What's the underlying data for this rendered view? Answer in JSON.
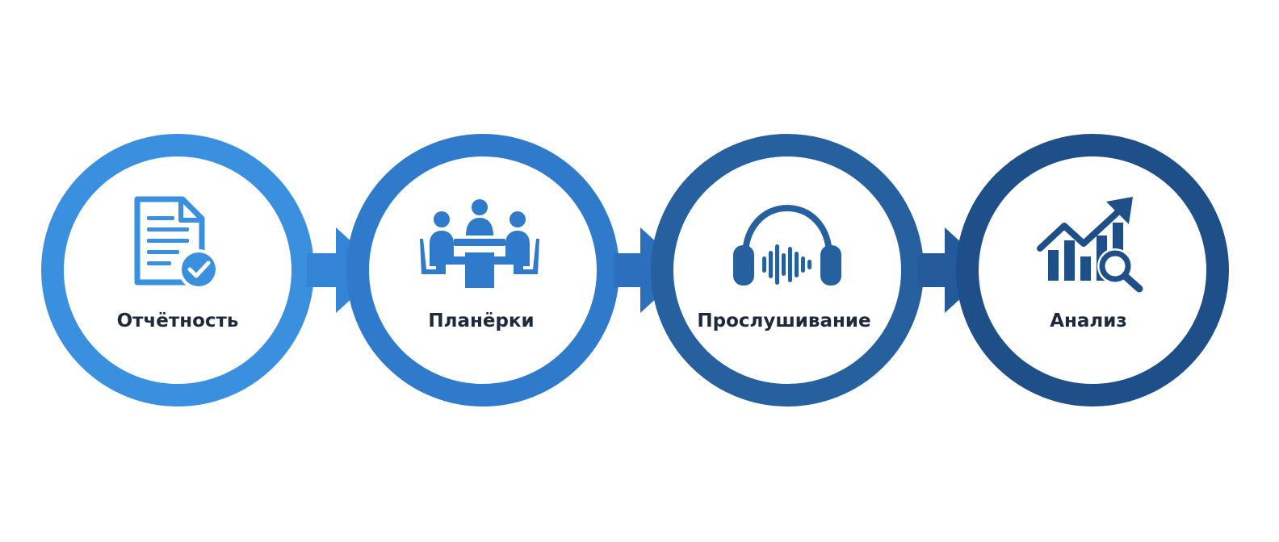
{
  "steps": [
    {
      "label": "Отчётность",
      "icon": "report-check-icon",
      "color": "#3a8fdf"
    },
    {
      "label": "Планёрки",
      "icon": "meeting-table-icon",
      "color": "#2f7acb"
    },
    {
      "label": "Прослушивание",
      "icon": "headphones-audio-icon",
      "color": "#26609f"
    },
    {
      "label": "Анализ",
      "icon": "growth-chart-search-icon",
      "color": "#1f4f88"
    }
  ]
}
